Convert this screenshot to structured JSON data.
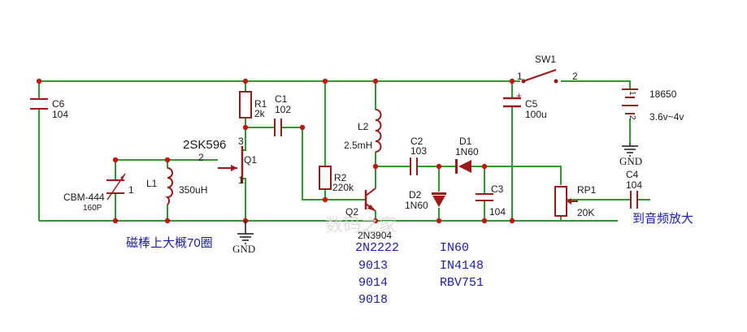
{
  "colors": {
    "wire": "#2e9b2e",
    "component": "#9b1b1b",
    "node": "#c41414",
    "text": "#1a1a1a",
    "note": "#1c1ca8"
  },
  "components": {
    "c6": {
      "ref": "C6",
      "value": "104"
    },
    "cbm": {
      "ref": "CBM-444",
      "value": "160P",
      "pin": "1"
    },
    "l1": {
      "ref": "L1",
      "value": "350uH"
    },
    "q1": {
      "ref": "Q1",
      "part": "2SK596",
      "pin_gate": "2",
      "pin_drain": "3",
      "pin_source": "1"
    },
    "r1": {
      "ref": "R1",
      "value": "2k"
    },
    "c1": {
      "ref": "C1",
      "value": "102"
    },
    "r2": {
      "ref": "R2",
      "value": "220k"
    },
    "q2": {
      "ref": "Q2",
      "part": "2N3904"
    },
    "l2": {
      "ref": "L2",
      "value": "2.5mH"
    },
    "c2": {
      "ref": "C2",
      "value": "103"
    },
    "d1": {
      "ref": "D1",
      "value": "1N60"
    },
    "d2": {
      "ref": "D2",
      "value": "1N60"
    },
    "c3": {
      "ref": "C3",
      "value": "104"
    },
    "c5": {
      "ref": "C5",
      "value": "100u",
      "polarity": "+"
    },
    "sw1": {
      "ref": "SW1",
      "pin1": "1",
      "pin2": "2"
    },
    "bat": {
      "ref": "18650",
      "voltage": "3.6v~4v",
      "pin1": "1",
      "pin2": "2"
    },
    "rp1": {
      "ref": "RP1",
      "value": "20K"
    },
    "c4": {
      "ref": "C4",
      "value": "104"
    }
  },
  "ground_labels": [
    "GND",
    "GND"
  ],
  "notes": {
    "rod": "磁棒上大概70圈",
    "output": "到音频放大",
    "transistor_alternatives": [
      "2N2222",
      "9013",
      "9014",
      "9018"
    ],
    "diode_alternatives": [
      "IN60",
      "IN4148",
      "RBV751"
    ]
  },
  "watermark": "数码之家"
}
